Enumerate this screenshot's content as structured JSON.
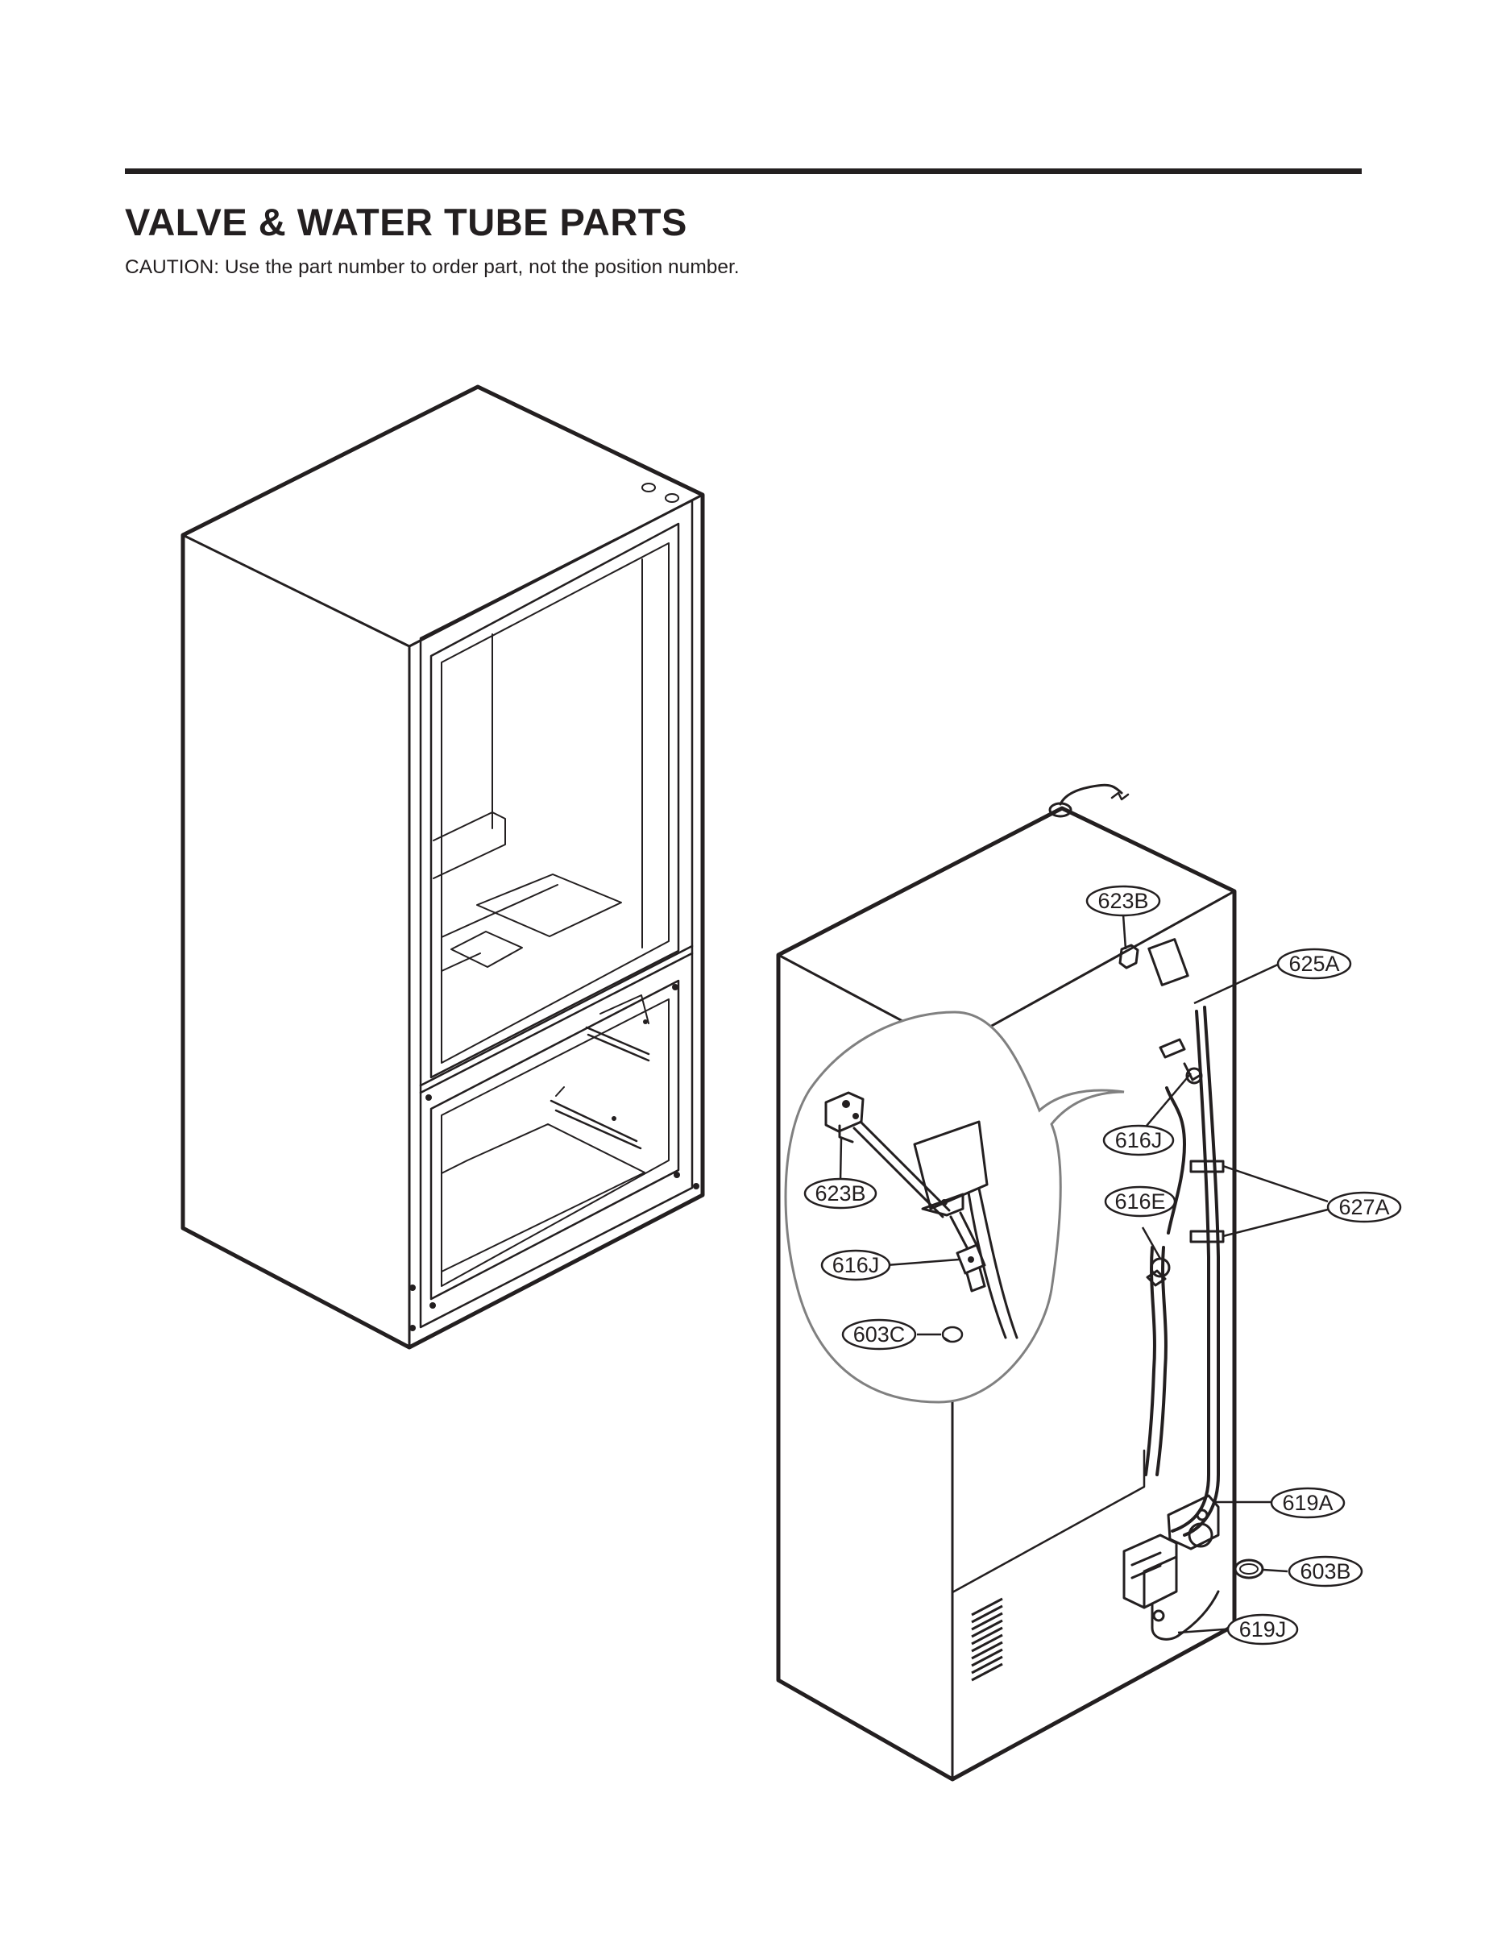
{
  "header": {
    "title": "VALVE & WATER TUBE PARTS",
    "caution": "CAUTION: Use the part number to order part, not the position number."
  },
  "callouts": {
    "c623B_main": "623B",
    "c625A": "625A",
    "c616J_main": "616J",
    "c616E": "616E",
    "c627A": "627A",
    "c619A": "619A",
    "c603B": "603B",
    "c619J": "619J",
    "c623B_detail": "623B",
    "c616J_detail": "616J",
    "c603C": "603C"
  }
}
